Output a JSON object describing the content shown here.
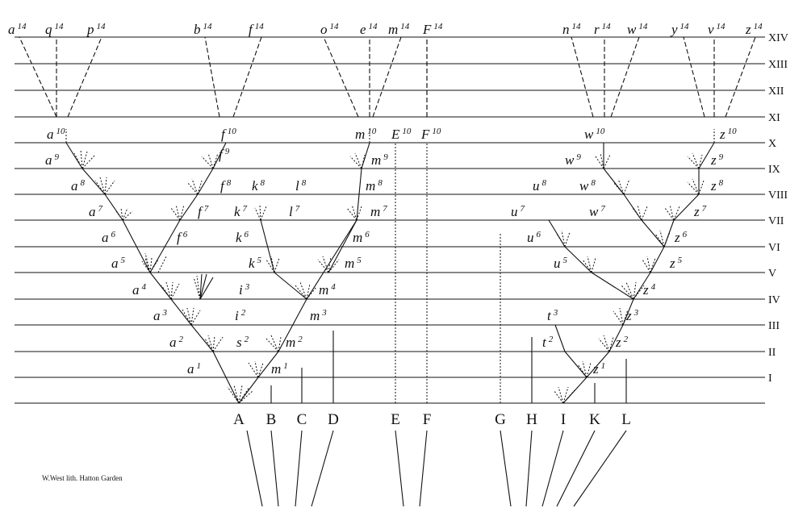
{
  "rows": [
    "XIV",
    "XIII",
    "XII",
    "XI",
    "X",
    "IX",
    "VIII",
    "VII",
    "VI",
    "V",
    "IV",
    "III",
    "II",
    "I"
  ],
  "roots": [
    "A",
    "B",
    "C",
    "D",
    "E",
    "F",
    "G",
    "H",
    "I",
    "K",
    "L"
  ],
  "labels": [
    {
      "id": "a14",
      "base": "a",
      "sup": "14"
    },
    {
      "id": "q14",
      "base": "q",
      "sup": "14"
    },
    {
      "id": "p14",
      "base": "p",
      "sup": "14"
    },
    {
      "id": "b14",
      "base": "b",
      "sup": "14"
    },
    {
      "id": "f14",
      "base": "f",
      "sup": "14"
    },
    {
      "id": "o14",
      "base": "o",
      "sup": "14"
    },
    {
      "id": "e14",
      "base": "e",
      "sup": "14"
    },
    {
      "id": "m14",
      "base": "m",
      "sup": "14"
    },
    {
      "id": "F14",
      "base": "F",
      "sup": "14"
    },
    {
      "id": "n14",
      "base": "n",
      "sup": "14"
    },
    {
      "id": "r14",
      "base": "r",
      "sup": "14"
    },
    {
      "id": "w14",
      "base": "w",
      "sup": "14"
    },
    {
      "id": "y14",
      "base": "y",
      "sup": "14"
    },
    {
      "id": "v14",
      "base": "v",
      "sup": "14"
    },
    {
      "id": "z14",
      "base": "z",
      "sup": "14"
    },
    {
      "id": "a10",
      "base": "a",
      "sup": "10"
    },
    {
      "id": "f10",
      "base": "f",
      "sup": "10"
    },
    {
      "id": "m10",
      "base": "m",
      "sup": "10"
    },
    {
      "id": "E10",
      "base": "E",
      "sup": "10"
    },
    {
      "id": "F10",
      "base": "F",
      "sup": "10"
    },
    {
      "id": "w10",
      "base": "w",
      "sup": "10"
    },
    {
      "id": "z10",
      "base": "z",
      "sup": "10"
    },
    {
      "id": "a9",
      "base": "a",
      "sup": "9"
    },
    {
      "id": "f9",
      "base": "f",
      "sup": "9"
    },
    {
      "id": "m9",
      "base": "m",
      "sup": "9"
    },
    {
      "id": "w9",
      "base": "w",
      "sup": "9"
    },
    {
      "id": "z9",
      "base": "z",
      "sup": "9"
    },
    {
      "id": "a8",
      "base": "a",
      "sup": "8"
    },
    {
      "id": "f8",
      "base": "f",
      "sup": "8"
    },
    {
      "id": "k8",
      "base": "k",
      "sup": "8"
    },
    {
      "id": "l8",
      "base": "l",
      "sup": "8"
    },
    {
      "id": "m8",
      "base": "m",
      "sup": "8"
    },
    {
      "id": "u8",
      "base": "u",
      "sup": "8"
    },
    {
      "id": "w8",
      "base": "w",
      "sup": "8"
    },
    {
      "id": "z8",
      "base": "z",
      "sup": "8"
    },
    {
      "id": "a7",
      "base": "a",
      "sup": "7"
    },
    {
      "id": "f7",
      "base": "f",
      "sup": "7"
    },
    {
      "id": "k7",
      "base": "k",
      "sup": "7"
    },
    {
      "id": "l7",
      "base": "l",
      "sup": "7"
    },
    {
      "id": "m7",
      "base": "m",
      "sup": "7"
    },
    {
      "id": "u7",
      "base": "u",
      "sup": "7"
    },
    {
      "id": "w7",
      "base": "w",
      "sup": "7"
    },
    {
      "id": "z7",
      "base": "z",
      "sup": "7"
    },
    {
      "id": "a6",
      "base": "a",
      "sup": "6"
    },
    {
      "id": "f6",
      "base": "f",
      "sup": "6"
    },
    {
      "id": "k6",
      "base": "k",
      "sup": "6"
    },
    {
      "id": "m6",
      "base": "m",
      "sup": "6"
    },
    {
      "id": "u6",
      "base": "u",
      "sup": "6"
    },
    {
      "id": "z6",
      "base": "z",
      "sup": "6"
    },
    {
      "id": "a5",
      "base": "a",
      "sup": "5"
    },
    {
      "id": "k5",
      "base": "k",
      "sup": "5"
    },
    {
      "id": "m5",
      "base": "m",
      "sup": "5"
    },
    {
      "id": "u5",
      "base": "u",
      "sup": "5"
    },
    {
      "id": "z5",
      "base": "z",
      "sup": "5"
    },
    {
      "id": "a4",
      "base": "a",
      "sup": "4"
    },
    {
      "id": "i3",
      "base": "i",
      "sup": "3"
    },
    {
      "id": "m4",
      "base": "m",
      "sup": "4"
    },
    {
      "id": "z4",
      "base": "z",
      "sup": "4"
    },
    {
      "id": "a3",
      "base": "a",
      "sup": "3"
    },
    {
      "id": "i2",
      "base": "i",
      "sup": "2"
    },
    {
      "id": "m3",
      "base": "m",
      "sup": "3"
    },
    {
      "id": "t3",
      "base": "t",
      "sup": "3"
    },
    {
      "id": "z3",
      "base": "z",
      "sup": "3"
    },
    {
      "id": "a2",
      "base": "a",
      "sup": "2"
    },
    {
      "id": "s2",
      "base": "s",
      "sup": "2"
    },
    {
      "id": "m2",
      "base": "m",
      "sup": "2"
    },
    {
      "id": "t2",
      "base": "t",
      "sup": "2"
    },
    {
      "id": "z2",
      "base": "z",
      "sup": "2"
    },
    {
      "id": "a1",
      "base": "a",
      "sup": "1"
    },
    {
      "id": "m1",
      "base": "m",
      "sup": "1"
    },
    {
      "id": "z1",
      "base": "z",
      "sup": "1"
    }
  ],
  "credit": "W.West lith. Hatton Garden"
}
